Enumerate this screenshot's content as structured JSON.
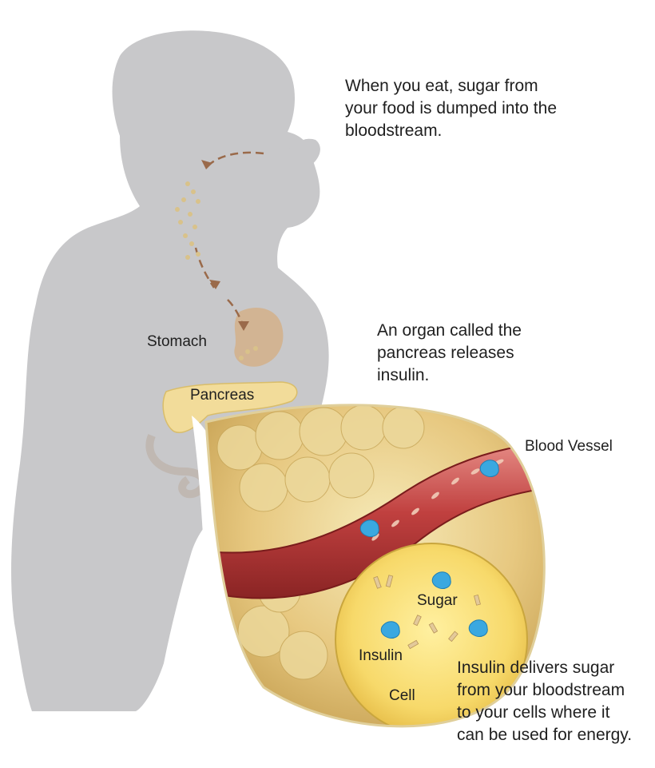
{
  "colors": {
    "silhouette": "#c8c8ca",
    "dashed_arrow": "#9a6a4a",
    "food_particles": "#d9c28a",
    "stomach": "#d4b08a",
    "pancreas": "#f2dc9a",
    "blood_vessel": "#c0403f",
    "cell": "#f7d96a",
    "insulin": "#3aa8e0",
    "sugar_crystals": "#e3c99a",
    "text": "#1f1f1f"
  },
  "icons": {
    "silhouette": "person-eating-silhouette-icon",
    "pathway": "dashed-arrow-icon",
    "insulin": "insulin-molecule-icon",
    "sugar": "sugar-crystal-icon"
  },
  "captions": {
    "eat": "When you eat, sugar from\nyour food is dumped into the\nbloodstream.",
    "pancreas": "An organ called the\npancreas releases\ninsulin.",
    "insulin": "Insulin delivers sugar\nfrom your bloodstream\nto your cells where it\ncan be used for energy."
  },
  "labels": {
    "stomach": "Stomach",
    "pancreas": "Pancreas",
    "blood_vessel": "Blood Vessel",
    "sugar": "Sugar",
    "insulin": "Insulin",
    "cell": "Cell"
  }
}
